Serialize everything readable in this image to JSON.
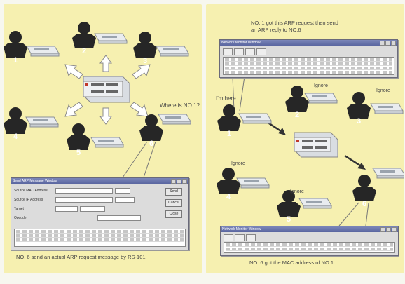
{
  "left": {
    "bubble": "Where is NO.1?",
    "caption": "NO. 6 send an actual ARP request message by RS-101",
    "nodes": [
      "1",
      "2",
      "3",
      "4",
      "5",
      "6"
    ],
    "window_title": "Send ARP Message Window",
    "form_rows": [
      "Source MAC Address",
      "Source IP Address",
      "Target",
      "Opcode"
    ],
    "buttons": [
      "Send",
      "Cancel",
      "Close"
    ]
  },
  "right": {
    "top_note_line1": "NO. 1 got this ARP request then send",
    "top_note_line2": "an ARP reply to NO.6",
    "im_here": "I'm here",
    "ignore": "Ignore",
    "caption": "NO. 6 got the MAC address of NO.1",
    "nodes": [
      "1",
      "2",
      "3",
      "4",
      "5",
      "6"
    ],
    "window_title": "Network Monitor Window"
  }
}
